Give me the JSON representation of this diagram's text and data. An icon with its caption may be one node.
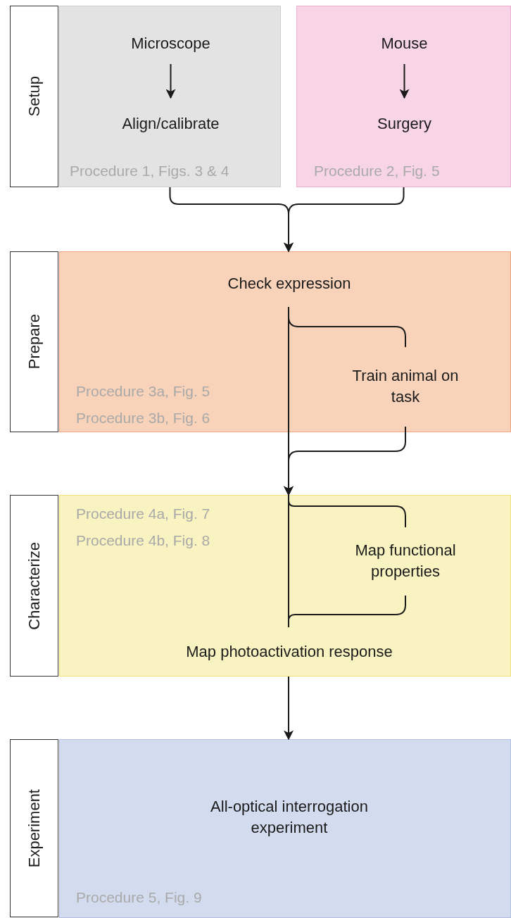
{
  "diagram": {
    "nodes": [
      {
        "text": [
          "Setup"
        ]
      },
      {
        "text": [
          "Procedure 1, Figs. 3 & 4"
        ]
      },
      {
        "text": [
          "Microscope"
        ],
        "in": 1
      },
      {
        "text": [
          "Align/calibrate"
        ],
        "in": 1
      },
      {
        "text": [
          "Procedure 2, Fig. 5"
        ]
      },
      {
        "text": [
          "Mouse"
        ],
        "in": 4
      },
      {
        "text": [
          "Surgery"
        ],
        "in": 4
      },
      {
        "text": [
          "Prepare"
        ]
      },
      {
        "text": [
          "Procedure 3a, Fig. 5",
          "Procedure 3b, Fig. 6"
        ]
      },
      {
        "text": [
          "Check expression"
        ],
        "in": 8
      },
      {
        "text": [
          "Train animal on task"
        ],
        "in": 8
      },
      {
        "text": [
          "Characterize"
        ]
      },
      {
        "text": [
          "Procedure 4a, Fig. 7",
          "Procedure 4b, Fig. 8"
        ]
      },
      {
        "text": [
          "Map functional properties"
        ],
        "in": 12
      },
      {
        "text": [
          "Map photoactivation response"
        ],
        "in": 12
      },
      {
        "text": [
          "Experiment"
        ]
      },
      {
        "text": [
          "Procedure 5, Fig. 9"
        ]
      },
      {
        "text": [
          "All-optical interrogation experiment"
        ],
        "in": 16
      }
    ],
    "edges": [
      {
        "from": 2,
        "to": 3,
        "arrow": "to"
      },
      {
        "from": 5,
        "to": 6,
        "arrow": "to"
      },
      {
        "from": 1,
        "to": 8,
        "arrow": "to"
      },
      {
        "from": 4,
        "to": 8,
        "arrow": "to"
      },
      {
        "from": 9,
        "to": 12,
        "arrow": "to"
      },
      {
        "from": 9,
        "to": 10,
        "arrow": "none"
      },
      {
        "from": 10,
        "to": 12,
        "arrow": "to"
      },
      {
        "from": 12,
        "to": 14,
        "arrow": "none"
      },
      {
        "from": 12,
        "to": 13,
        "arrow": "none"
      },
      {
        "from": 13,
        "to": 14,
        "arrow": "none"
      },
      {
        "from": 12,
        "to": 16,
        "arrow": "to"
      }
    ]
  }
}
